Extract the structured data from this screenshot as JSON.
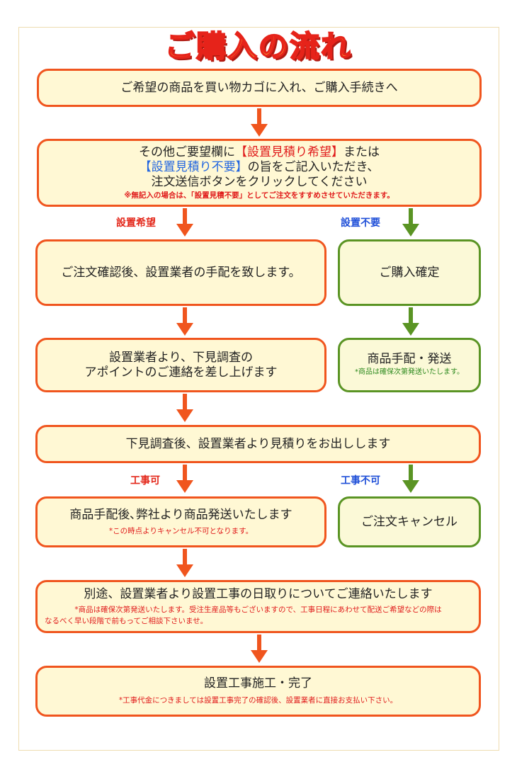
{
  "title": "ご購入の流れ",
  "colors": {
    "orange": "#f0551e",
    "green": "#5a9424",
    "fill_orange": "#fff8d4",
    "fill_green": "#fbf9d7",
    "red_text": "#e01b1b",
    "blue_text": "#2366e0"
  },
  "steps": {
    "cart": {
      "text": "ご希望の商品を買い物カゴに入れ、ご購入手続きへ"
    },
    "request": {
      "line1_a": "その他ご要望欄に",
      "line1_b": "【設置見積り希望】",
      "line1_c": "または",
      "line2_a": "【設置見積り不要】",
      "line2_b": "の旨をご記入いただき、",
      "line3": "注文送信ボタンをクリックしてください",
      "note": "※無記入の場合は、「設置見積不要」としてご注文をすすめさせていただきます。"
    },
    "arrange": {
      "text": "ご注文確認後、設置業者の手配を致します。"
    },
    "confirm": {
      "text": "ご購入確定"
    },
    "appointment": {
      "line1": "設置業者より、下見調査の",
      "line2": "アポイントのご連絡を差し上げます"
    },
    "ship_direct": {
      "text": "商品手配・発送",
      "note": "*商品は確保次第発送いたします。"
    },
    "estimate": {
      "text": "下見調査後、設置業者より見積りをお出しします"
    },
    "ship": {
      "text": "商品手配後､弊社より商品発送いたします",
      "note": "*この時点よりキャンセル不可となります。"
    },
    "cancel": {
      "text": "ご注文キャンセル"
    },
    "schedule": {
      "text": "別途、設置業者より設置工事の日取りについてご連絡いたします",
      "note1": "*商品は確保次第発送いたします。受注生産品等もございますので、工事日程にあわせて配送ご希望などの際は",
      "note2": "なるべく早い段階で前もってご相談下さいませ。"
    },
    "complete": {
      "text": "設置工事施工・完了",
      "note": "*工事代金につきましては設置工事完了の確認後、設置業者に直接お支払い下さい。"
    }
  },
  "labels": {
    "install_yes": "設置希望",
    "install_no": "設置不要",
    "work_ok": "工事可",
    "work_ng": "工事不可"
  }
}
